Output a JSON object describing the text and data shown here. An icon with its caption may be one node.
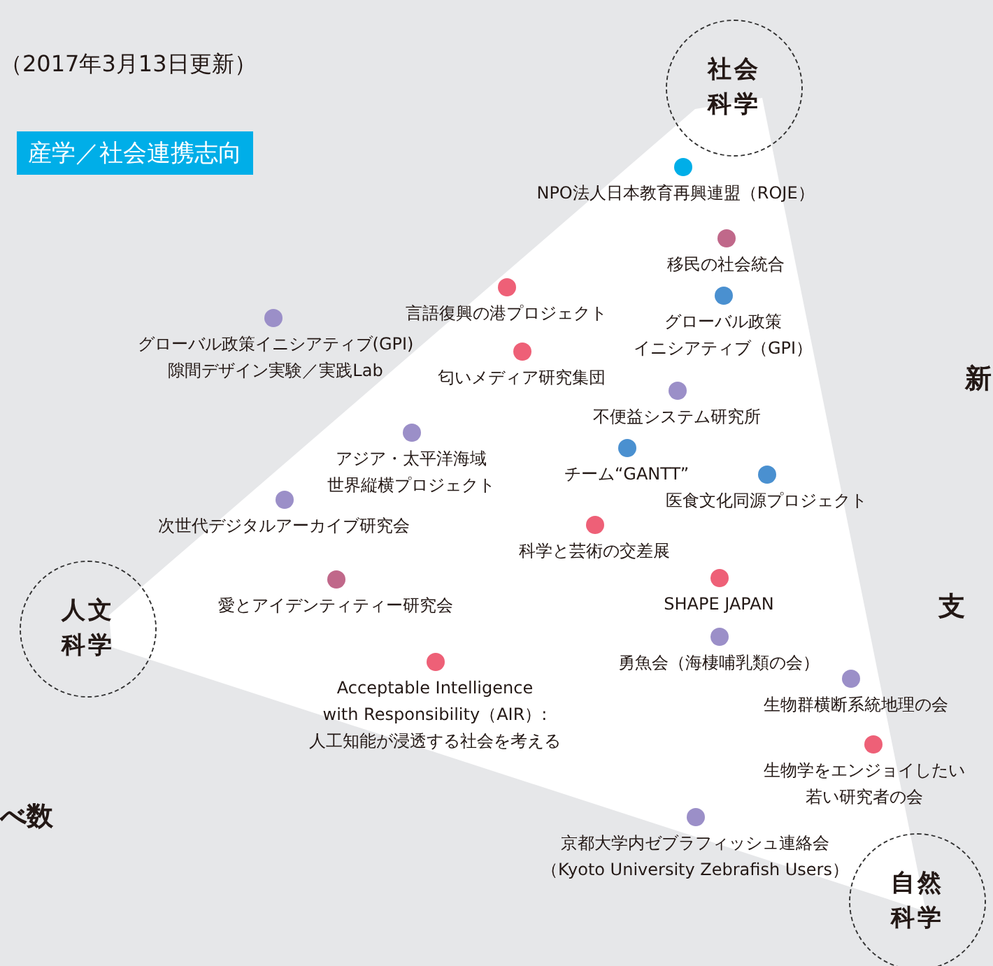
{
  "diagram": {
    "nodes": [
      {
        "text": [
          "社会科学"
        ]
      },
      {
        "text": [
          "NPO法人日本教育再興連盟（ROJE）"
        ]
      },
      {
        "text": [
          "移民の社会統合"
        ]
      },
      {
        "text": [
          "言語復興の港プロジェクト"
        ]
      },
      {
        "text": [
          "グローバル政策イニシアティブ（GPI）"
        ]
      },
      {
        "text": [
          "グローバル政策イニシアティブ(GPI)",
          "隙間デザイン実験／実践Lab"
        ]
      },
      {
        "text": [
          "匂いメディア研究集団"
        ]
      },
      {
        "text": [
          "不便益システム研究所"
        ]
      },
      {
        "text": [
          "アジア・太平洋海域世界縦横プロジェクト"
        ]
      },
      {
        "text": [
          "チーム“GANTT”"
        ]
      },
      {
        "text": [
          "医食文化同源プロジェクト"
        ]
      },
      {
        "text": [
          "次世代デジタルアーカイブ研究会"
        ]
      },
      {
        "text": [
          "科学と芸術の交差展"
        ]
      },
      {
        "text": [
          "愛とアイデンティティー研究会"
        ]
      },
      {
        "text": [
          "SHAPE JAPAN"
        ]
      },
      {
        "text": [
          "人文科学"
        ]
      },
      {
        "text": [
          "勇魚会（海棲哺乳類の会）"
        ]
      },
      {
        "text": [
          "Acceptable Intelligence with Responsibility（AIR）: 人工知能が浸透する社会を考える"
        ]
      },
      {
        "text": [
          "生物群横断系統地理の会"
        ]
      },
      {
        "text": [
          "生物学をエンジョイしたい若い研究者の会"
        ]
      },
      {
        "text": [
          "京都大学内ゼブラフィッシュ連絡会（Kyoto University Zebrafish Users）"
        ]
      },
      {
        "text": [
          "自然科学"
        ]
      }
    ],
    "labels": [
      "（2017年3月13日更新）",
      "新",
      "支",
      "べ数"
    ],
    "legend": [
      {
        "text": "産学／社会連携志向",
        "color": "#00aee8"
      }
    ]
  }
}
